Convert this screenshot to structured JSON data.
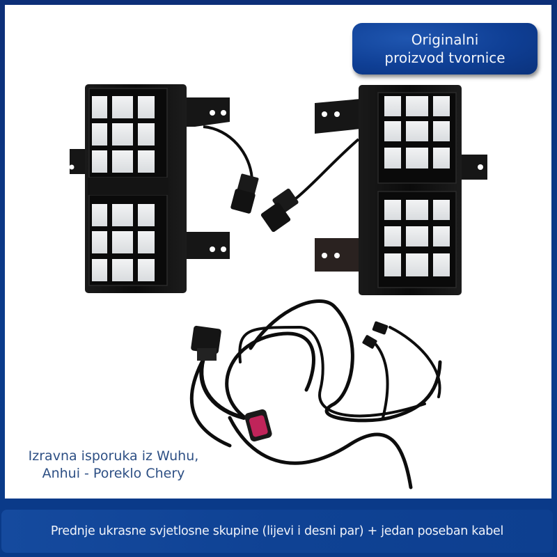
{
  "badge": {
    "line1": "Originalni",
    "line2": "proizvod tvornice"
  },
  "origin_note": {
    "line1": "Izravna isporuka iz Wuhu,",
    "line2": "Anhui - Poreklo Chery"
  },
  "footer": {
    "caption": "Prednje ukrasne svjetlosne skupine (lijevi i desni par) + jedan poseban kabel"
  },
  "product": {
    "items": [
      {
        "name": "left-light-cluster",
        "grid_rows": 2,
        "cells_per_block": 9
      },
      {
        "name": "right-light-cluster",
        "grid_rows": 2,
        "cells_per_block": 9
      },
      {
        "name": "wiring-harness",
        "connector_color": "#c0245a"
      }
    ]
  },
  "colors": {
    "frame_blue": "#0b3a86",
    "badge_blue": "#0f3f95",
    "note_text": "#2d4f84",
    "cell_white": "#e8eaec",
    "housing_black": "#111111"
  }
}
